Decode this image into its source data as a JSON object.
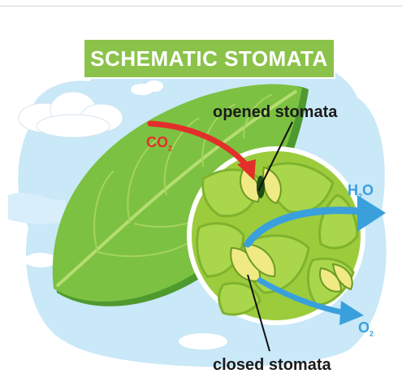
{
  "title": "SCHEMATIC STOMATA",
  "labels": {
    "opened": "opened stomata",
    "closed": "closed stomata"
  },
  "chemicals": {
    "co2": {
      "symbol": "CO",
      "sub": "2"
    },
    "h2o": {
      "symbol": "H",
      "sub": "2",
      "suffix": "O"
    },
    "o2": {
      "symbol": "O",
      "sub": "2"
    }
  },
  "colors": {
    "banner": "#8bc34a",
    "leaf": "#7cc142",
    "leaf_dark": "#4e9a2f",
    "sky": "#bfe2f7",
    "co2_arrow": "#e32f2a",
    "water_arrow": "#3aa0dc",
    "cell": "#9ccc3c"
  }
}
